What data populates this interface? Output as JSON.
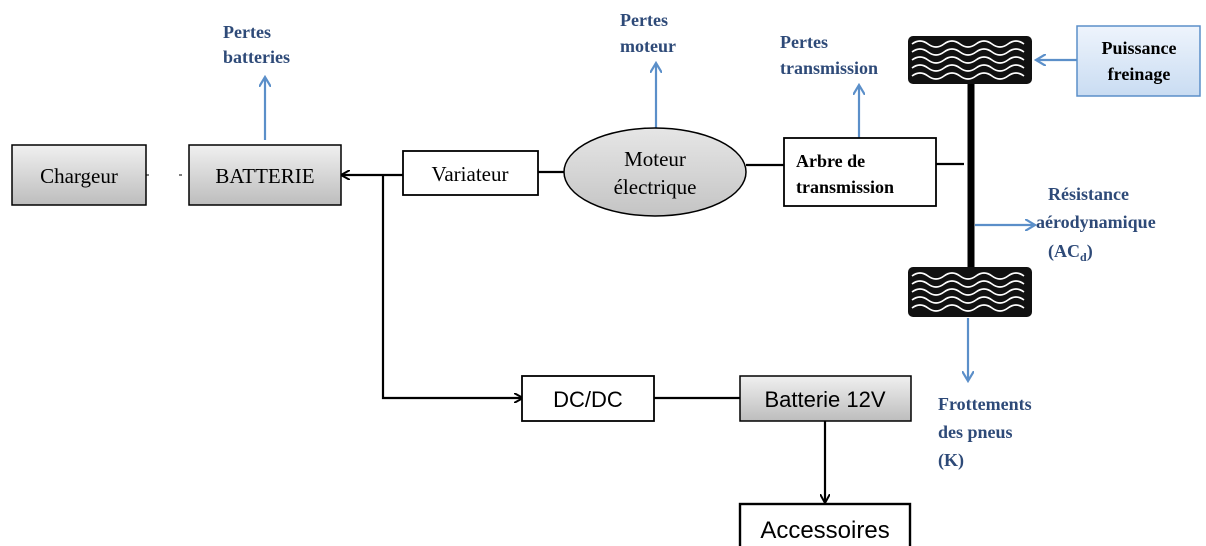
{
  "blocks": {
    "chargeur": "Chargeur",
    "batterie": "BATTERIE",
    "variateur": "Variateur",
    "moteur_line1": "Moteur",
    "moteur_line2": "électrique",
    "arbre_line1": "Arbre de",
    "arbre_line2": "transmission",
    "dcdc": "DC/DC",
    "batterie12v": "Batterie 12V",
    "accessoires": "Accessoires",
    "puissance_line1": "Puissance",
    "puissance_line2": "freinage"
  },
  "losses": {
    "batteries_line1": "Pertes",
    "batteries_line2": "batteries",
    "moteur_line1": "Pertes",
    "moteur_line2": "moteur",
    "transmission_line1": "Pertes",
    "transmission_line2": "transmission",
    "aero_line1": "Résistance",
    "aero_line2": "aérodynamique",
    "aero_line3_prefix": "(AC",
    "aero_line3_sub": "d",
    "aero_line3_suffix": ")",
    "pneus_line1": "Frottements",
    "pneus_line2": "des pneus",
    "pneus_line3": "(K)"
  },
  "colors": {
    "loss_arrow": "#5b8fc9",
    "loss_text": "#2e4a78",
    "box_grey": "#d0d0d0",
    "puissance_fill": "#dce8f7"
  }
}
